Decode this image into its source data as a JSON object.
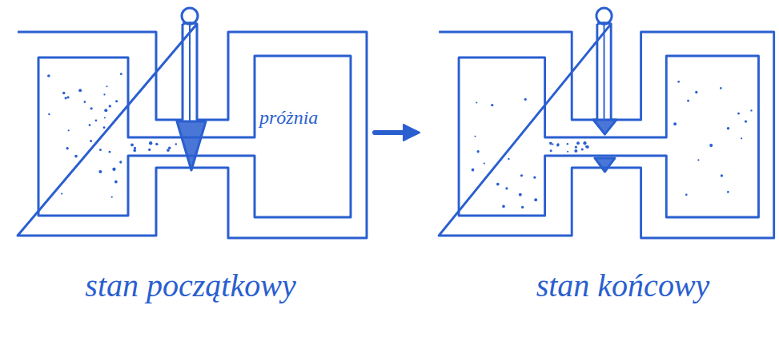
{
  "diagram": {
    "labels": [
      "próżnia",
      "stan początkowy",
      "stan końcowy"
    ]
  }
}
